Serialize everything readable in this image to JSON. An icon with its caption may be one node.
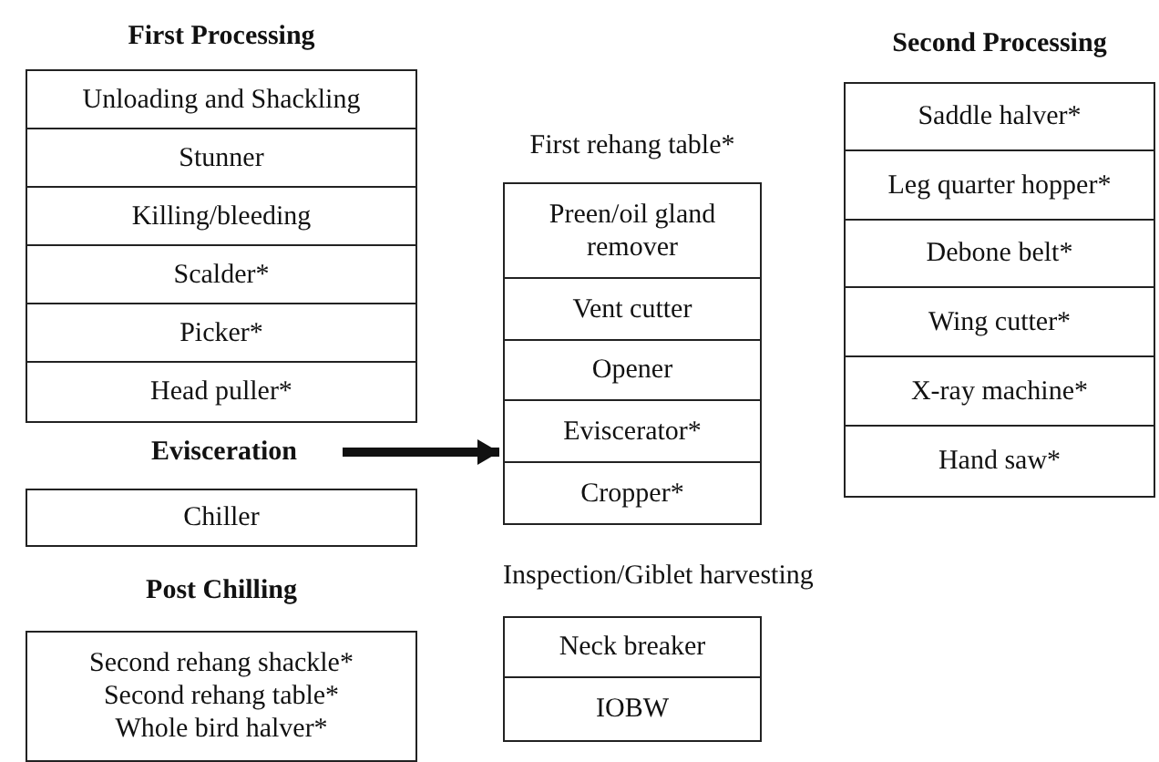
{
  "diagram": {
    "nodes": [
      {
        "text": [
          "First Processing"
        ]
      },
      {
        "text": [
          "Unloading and Shackling"
        ],
        "in": 0
      },
      {
        "text": [
          "Stunner"
        ],
        "in": 0
      },
      {
        "text": [
          "Killing/bleeding"
        ],
        "in": 0
      },
      {
        "text": [
          "Scalder*"
        ],
        "in": 0
      },
      {
        "text": [
          "Picker*"
        ],
        "in": 0
      },
      {
        "text": [
          "Head puller*"
        ],
        "in": 0
      },
      {
        "text": [
          "Evisceration"
        ]
      },
      {
        "text": [
          "Chiller"
        ]
      },
      {
        "text": [
          "Post Chilling"
        ]
      },
      {
        "text": [
          "Second rehang shackle*",
          "Second rehang table*",
          "Whole bird halver*"
        ],
        "in": 9
      },
      {
        "text": [
          "First rehang table*"
        ]
      },
      {
        "text": [
          "Preen/oil gland remover"
        ],
        "in": 11
      },
      {
        "text": [
          "Vent cutter"
        ],
        "in": 11
      },
      {
        "text": [
          "Opener"
        ],
        "in": 11
      },
      {
        "text": [
          "Eviscerator*"
        ],
        "in": 11
      },
      {
        "text": [
          "Cropper*"
        ],
        "in": 11
      },
      {
        "text": [
          "Inspection/Giblet harvesting"
        ]
      },
      {
        "text": [
          "Neck breaker"
        ],
        "in": 17
      },
      {
        "text": [
          "IOBW"
        ],
        "in": 17
      },
      {
        "text": [
          "Second Processing"
        ]
      },
      {
        "text": [
          "Saddle halver*"
        ],
        "in": 20
      },
      {
        "text": [
          "Leg quarter hopper*"
        ],
        "in": 20
      },
      {
        "text": [
          "Debone belt*"
        ],
        "in": 20
      },
      {
        "text": [
          "Wing cutter*"
        ],
        "in": 20
      },
      {
        "text": [
          "X-ray machine*"
        ],
        "in": 20
      },
      {
        "text": [
          "Hand saw*"
        ],
        "in": 20
      }
    ],
    "edges": [
      {
        "from": 7,
        "to": 11,
        "arrow": "to"
      }
    ]
  }
}
